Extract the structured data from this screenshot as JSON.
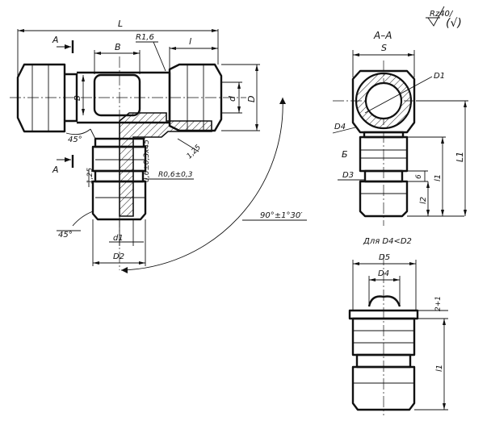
{
  "roughness": {
    "label": "Rz40/",
    "paren": "(√)"
  },
  "section_title": "А–А",
  "alt_view_title": "Для D4<D2",
  "labels": {
    "L": "L",
    "l": "l",
    "R1_6": "R1,6",
    "B_top": "B",
    "B_side": "B",
    "d": "d",
    "D": "D",
    "A_top": "A",
    "A_bottom": "A",
    "chamfer_45_top": "45°",
    "thread_1_25_left": "1,25",
    "chamfer_0_6": "0,6±0,3x45°",
    "radius_0_6": "R0,6±0,3",
    "thread_1_25_right": "1,25",
    "chamfer_45_bottom": "45°",
    "d1": "d1",
    "D2": "D2",
    "angle": "90°±1°30′",
    "S": "S",
    "D1": "D1",
    "D4_section": "D4",
    "B_cyr": "Б",
    "D3": "D3",
    "six": "6",
    "l1_section": "l1",
    "l2": "l2",
    "L1": "L1",
    "D5": "D5",
    "D4_alt": "D4",
    "two_plus_one": "2+1",
    "l1_alt": "l1"
  }
}
